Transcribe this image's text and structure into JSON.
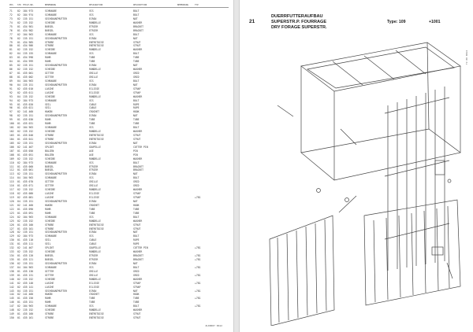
{
  "left_page": {
    "columns": [
      "POS",
      "STK",
      "TEILE-NR.",
      "BENENNUNG",
      "DESIGNATION",
      "DESCRIPTION",
      "BEMERKUNG",
      "TYP"
    ],
    "rows": [
      [
        "71",
        "02",
        "184 973",
        "SCHRAUBE",
        "VIS",
        "BOLT",
        "",
        ""
      ],
      [
        "72",
        "02",
        "184 974",
        "SCHRAUBE",
        "VIS",
        "BOLT",
        "",
        ""
      ],
      [
        "73",
        "02",
        "135 151",
        "SECHSKANTMUTTER",
        "ECROU",
        "NUT",
        "",
        ""
      ],
      [
        "74",
        "02",
        "135 152",
        "SCHEIBE",
        "RONDELLE",
        "WASHER",
        "",
        ""
      ],
      [
        "75",
        "01",
        "434 981",
        "BUEGEL",
        "ETRIER",
        "BRACKET",
        "",
        ""
      ],
      [
        "76",
        "01",
        "434 982",
        "BUEGEL",
        "ETRIER",
        "BRACKET",
        "",
        ""
      ],
      [
        "77",
        "02",
        "104 963",
        "SCHRAUBE",
        "VIS",
        "BOLT",
        "",
        ""
      ],
      [
        "78",
        "02",
        "135 151",
        "SECHSKANTMUTTER",
        "ECROU",
        "NUT",
        "",
        ""
      ],
      [
        "79",
        "01",
        "434 985",
        "STREBE",
        "ENTRETOISE",
        "STRUT",
        "",
        ""
      ],
      [
        "80",
        "01",
        "434 986",
        "STREBE",
        "ENTRETOISE",
        "STRUT",
        "",
        ""
      ],
      [
        "81",
        "02",
        "135 152",
        "SCHEIBE",
        "RONDELLE",
        "WASHER",
        "",
        ""
      ],
      [
        "82",
        "04",
        "135 155",
        "SCHRAUBE",
        "VIS",
        "BOLT",
        "",
        ""
      ],
      [
        "83",
        "01",
        "434 998",
        "ROHR",
        "TUBE",
        "TUBE",
        "",
        ""
      ],
      [
        "84",
        "01",
        "434 999",
        "ROHR",
        "TUBE",
        "TUBE",
        "",
        ""
      ],
      [
        "85",
        "02",
        "135 151",
        "SECHSKANTMUTTER",
        "ECROU",
        "NUT",
        "",
        ""
      ],
      [
        "86",
        "02",
        "135 152",
        "SCHEIBE",
        "RONDELLE",
        "WASHER",
        "",
        ""
      ],
      [
        "87",
        "01",
        "435 001",
        "GITTER",
        "GRILLE",
        "GRID",
        "",
        ""
      ],
      [
        "88",
        "01",
        "435 002",
        "GITTER",
        "GRILLE",
        "GRID",
        "",
        ""
      ],
      [
        "89",
        "04",
        "104 963",
        "SCHRAUBE",
        "VIS",
        "BOLT",
        "",
        ""
      ],
      [
        "90",
        "04",
        "135 151",
        "SECHSKANTMUTTER",
        "ECROU",
        "NUT",
        "",
        ""
      ],
      [
        "91",
        "02",
        "435 010",
        "LASCHE",
        "ECLISSE",
        "STRAP",
        "",
        ""
      ],
      [
        "92",
        "02",
        "435 011",
        "LASCHE",
        "ECLISSE",
        "STRAP",
        "",
        ""
      ],
      [
        "93",
        "04",
        "135 152",
        "SCHEIBE",
        "RONDELLE",
        "WASHER",
        "",
        ""
      ],
      [
        "94",
        "02",
        "184 973",
        "SCHRAUBE",
        "VIS",
        "BOLT",
        "",
        ""
      ],
      [
        "95",
        "01",
        "435 020",
        "SEIL",
        "CABLE",
        "ROPE",
        "",
        ""
      ],
      [
        "96",
        "01",
        "435 021",
        "SEIL",
        "CABLE",
        "ROPE",
        "",
        ""
      ],
      [
        "97",
        "02",
        "141 460",
        "HAKEN",
        "CROCHET",
        "HOOK",
        "",
        ""
      ],
      [
        "98",
        "02",
        "135 151",
        "SECHSKANTMUTTER",
        "ECROU",
        "NUT",
        "",
        ""
      ],
      [
        "99",
        "01",
        "435 030",
        "ROHR",
        "TUBE",
        "TUBE",
        "",
        ""
      ],
      [
        "100",
        "01",
        "435 031",
        "ROHR",
        "TUBE",
        "TUBE",
        "",
        ""
      ],
      [
        "101",
        "02",
        "104 963",
        "SCHRAUBE",
        "VIS",
        "BOLT",
        "",
        ""
      ],
      [
        "102",
        "02",
        "135 152",
        "SCHEIBE",
        "RONDELLE",
        "WASHER",
        "",
        ""
      ],
      [
        "103",
        "01",
        "435 040",
        "STREBE",
        "ENTRETOISE",
        "STRUT",
        "",
        ""
      ],
      [
        "104",
        "01",
        "435 041",
        "STREBE",
        "ENTRETOISE",
        "STRUT",
        "",
        ""
      ],
      [
        "105",
        "02",
        "135 151",
        "SECHSKANTMUTTER",
        "ECROU",
        "NUT",
        "",
        ""
      ],
      [
        "106",
        "02",
        "141 467",
        "SPLINT",
        "GOUPILLE",
        "COTTER PIN",
        "",
        ""
      ],
      [
        "107",
        "01",
        "435 050",
        "BOLZEN",
        "AXE",
        "PIN",
        "",
        ""
      ],
      [
        "108",
        "01",
        "435 051",
        "BOLZEN",
        "AXE",
        "PIN",
        "",
        ""
      ],
      [
        "109",
        "02",
        "135 152",
        "SCHEIBE",
        "RONDELLE",
        "WASHER",
        "",
        ""
      ],
      [
        "110",
        "02",
        "184 973",
        "SCHRAUBE",
        "VIS",
        "BOLT",
        "",
        ""
      ],
      [
        "111",
        "01",
        "435 060",
        "BUEGEL",
        "ETRIER",
        "BRACKET",
        "",
        ""
      ],
      [
        "112",
        "01",
        "435 061",
        "BUEGEL",
        "ETRIER",
        "BRACKET",
        "",
        ""
      ],
      [
        "113",
        "02",
        "135 151",
        "SECHSKANTMUTTER",
        "ECROU",
        "NUT",
        "",
        ""
      ],
      [
        "114",
        "04",
        "104 963",
        "SCHRAUBE",
        "VIS",
        "BOLT",
        "",
        ""
      ],
      [
        "115",
        "01",
        "435 070",
        "GITTER",
        "GRILLE",
        "GRID",
        "",
        ""
      ],
      [
        "116",
        "01",
        "435 071",
        "GITTER",
        "GRILLE",
        "GRID",
        "",
        ""
      ],
      [
        "117",
        "02",
        "135 152",
        "SCHEIBE",
        "RONDELLE",
        "WASHER",
        "",
        ""
      ],
      [
        "118",
        "02",
        "435 080",
        "LASCHE",
        "ECLISSE",
        "STRAP",
        "",
        ""
      ],
      [
        "119",
        "02",
        "435 081",
        "LASCHE",
        "ECLISSE",
        "STRAP",
        "",
        "+781"
      ],
      [
        "120",
        "04",
        "135 151",
        "SECHSKANTMUTTER",
        "ECROU",
        "NUT",
        "",
        ""
      ],
      [
        "121",
        "02",
        "141 460",
        "HAKEN",
        "CROCHET",
        "HOOK",
        "",
        ""
      ],
      [
        "122",
        "01",
        "435 090",
        "ROHR",
        "TUBE",
        "TUBE",
        "",
        ""
      ],
      [
        "123",
        "01",
        "435 091",
        "ROHR",
        "TUBE",
        "TUBE",
        "",
        ""
      ],
      [
        "124",
        "02",
        "104 963",
        "SCHRAUBE",
        "VIS",
        "BOLT",
        "",
        ""
      ],
      [
        "125",
        "02",
        "135 152",
        "SCHEIBE",
        "RONDELLE",
        "WASHER",
        "",
        ""
      ],
      [
        "126",
        "01",
        "435 100",
        "STREBE",
        "ENTRETOISE",
        "STRUT",
        "",
        ""
      ],
      [
        "127",
        "01",
        "435 101",
        "STREBE",
        "ENTRETOISE",
        "STRUT",
        "",
        ""
      ],
      [
        "128",
        "02",
        "135 151",
        "SECHSKANTMUTTER",
        "ECROU",
        "NUT",
        "",
        ""
      ],
      [
        "129",
        "02",
        "184 973",
        "SCHRAUBE",
        "VIS",
        "BOLT",
        "",
        ""
      ],
      [
        "130",
        "01",
        "435 110",
        "SEIL",
        "CABLE",
        "ROPE",
        "",
        ""
      ],
      [
        "131",
        "01",
        "435 111",
        "SEIL",
        "CABLE",
        "ROPE",
        "",
        ""
      ],
      [
        "132",
        "02",
        "141 467",
        "SPLINT",
        "GOUPILLE",
        "COTTER PIN",
        "",
        "+781"
      ],
      [
        "133",
        "02",
        "135 152",
        "SCHEIBE",
        "RONDELLE",
        "WASHER",
        "",
        ""
      ],
      [
        "134",
        "01",
        "435 120",
        "BUEGEL",
        "ETRIER",
        "BRACKET",
        "",
        "+781"
      ],
      [
        "135",
        "01",
        "435 121",
        "BUEGEL",
        "ETRIER",
        "BRACKET",
        "",
        "+781"
      ],
      [
        "136",
        "02",
        "135 151",
        "SECHSKANTMUTTER",
        "ECROU",
        "NUT",
        "",
        ""
      ],
      [
        "137",
        "04",
        "104 963",
        "SCHRAUBE",
        "VIS",
        "BOLT",
        "",
        "+781"
      ],
      [
        "138",
        "01",
        "435 130",
        "GITTER",
        "GRILLE",
        "GRID",
        "",
        ""
      ],
      [
        "139",
        "01",
        "435 131",
        "GITTER",
        "GRILLE",
        "GRID",
        "",
        "+781"
      ],
      [
        "140",
        "02",
        "135 152",
        "SCHEIBE",
        "RONDELLE",
        "WASHER",
        "",
        ""
      ],
      [
        "141",
        "02",
        "435 140",
        "LASCHE",
        "ECLISSE",
        "STRAP",
        "",
        "+781"
      ],
      [
        "142",
        "02",
        "435 141",
        "LASCHE",
        "ECLISSE",
        "STRAP",
        "",
        ""
      ],
      [
        "143",
        "04",
        "135 151",
        "SECHSKANTMUTTER",
        "ECROU",
        "NUT",
        "",
        "+781"
      ],
      [
        "144",
        "02",
        "141 460",
        "HAKEN",
        "CROCHET",
        "HOOK",
        "",
        ""
      ],
      [
        "145",
        "01",
        "435 150",
        "ROHR",
        "TUBE",
        "TUBE",
        "",
        "+781"
      ],
      [
        "146",
        "01",
        "435 151",
        "ROHR",
        "TUBE",
        "TUBE",
        "",
        ""
      ],
      [
        "147",
        "02",
        "104 963",
        "SCHRAUBE",
        "VIS",
        "BOLT",
        "",
        "+781"
      ],
      [
        "148",
        "02",
        "135 152",
        "SCHEIBE",
        "RONDELLE",
        "WASHER",
        "",
        ""
      ],
      [
        "149",
        "01",
        "435 160",
        "STREBE",
        "ENTRETOISE",
        "STRUT",
        "",
        ""
      ],
      [
        "150",
        "01",
        "435 161",
        "STREBE",
        "ENTRETOISE",
        "STRUT",
        "",
        ""
      ]
    ],
    "footer_code": "ZL00007 8612"
  },
  "right_page": {
    "page_number": "21",
    "title_de": "DUERRFUTTERAUFBAU",
    "title_fr": "SUPERSTR.P. FOURRAGE",
    "title_en": "DRY FORAGE SUPERSTR.",
    "type_label": "Type: 109",
    "serial_label": "+1001",
    "side_code": "TZ 00 0014"
  }
}
